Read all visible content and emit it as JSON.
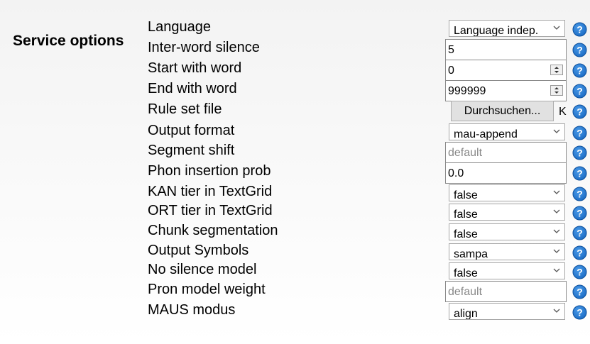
{
  "section": {
    "title": "Service options"
  },
  "options": [
    {
      "key": "language",
      "label": "Language",
      "control": "select",
      "value": "Language indep."
    },
    {
      "key": "inter_word_silence",
      "label": "Inter-word silence",
      "control": "text",
      "value": "5"
    },
    {
      "key": "start_with_word",
      "label": "Start with word",
      "control": "number",
      "value": "0"
    },
    {
      "key": "end_with_word",
      "label": "End with word",
      "control": "number",
      "value": "999999"
    },
    {
      "key": "rule_set_file",
      "label": "Rule set file",
      "control": "file",
      "button_label": "Durchsuchen...",
      "trailing_text": "K"
    },
    {
      "key": "output_format",
      "label": "Output format",
      "control": "select",
      "value": "mau-append"
    },
    {
      "key": "segment_shift",
      "label": "Segment shift",
      "control": "text",
      "placeholder": "default"
    },
    {
      "key": "phon_insertion_prob",
      "label": "Phon insertion prob",
      "control": "text",
      "value": "0.0"
    },
    {
      "key": "kan_tier",
      "label": "KAN tier in TextGrid",
      "control": "select",
      "value": "false"
    },
    {
      "key": "ort_tier",
      "label": "ORT tier in TextGrid",
      "control": "select",
      "value": "false"
    },
    {
      "key": "chunk_segmentation",
      "label": "Chunk segmentation",
      "control": "select",
      "value": "false"
    },
    {
      "key": "output_symbols",
      "label": "Output Symbols",
      "control": "select",
      "value": "sampa"
    },
    {
      "key": "no_silence_model",
      "label": "No silence model",
      "control": "select",
      "value": "false"
    },
    {
      "key": "pron_model_weight",
      "label": "Pron model weight",
      "control": "text",
      "placeholder": "default"
    },
    {
      "key": "maus_modus",
      "label": "MAUS modus",
      "control": "select",
      "value": "align"
    }
  ],
  "colors": {
    "help_icon": "#1a6bc4",
    "input_border": "#8a8a8a",
    "button_bg": "#e1e1e1"
  },
  "icons": {
    "help": "question-circle-icon",
    "dropdown": "chevron-down-icon",
    "spinner": "spinner-arrows-icon"
  }
}
